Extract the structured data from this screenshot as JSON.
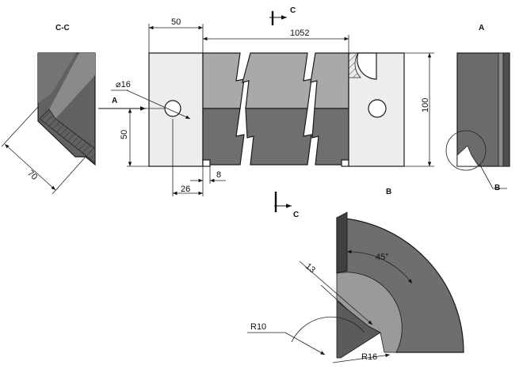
{
  "drawing": {
    "view_labels": {
      "section_cc": "C-C",
      "view_a": "A",
      "detail_b_title": "B",
      "detail_b_callout": "B"
    },
    "section_marks": {
      "top": "C",
      "bottom": "C",
      "arrow_a": "A"
    },
    "dimensions": {
      "width_block": "50",
      "length": "1052",
      "hole_dia": "16",
      "hole_height": "50",
      "height": "100",
      "hole_offset": "26",
      "notch": "8",
      "section_width": "70",
      "chamfer": "13",
      "angle": "45°",
      "r_inner": "R10",
      "r_outer": "R16"
    },
    "colors": {
      "light_face": "#efecec",
      "mid_face": "#a9a9a9",
      "dark_face": "#6f6f6f",
      "section_dark": "#5f5f5f",
      "detail_fill": "#6e6e6e",
      "outline": "#1a1a1a"
    }
  }
}
